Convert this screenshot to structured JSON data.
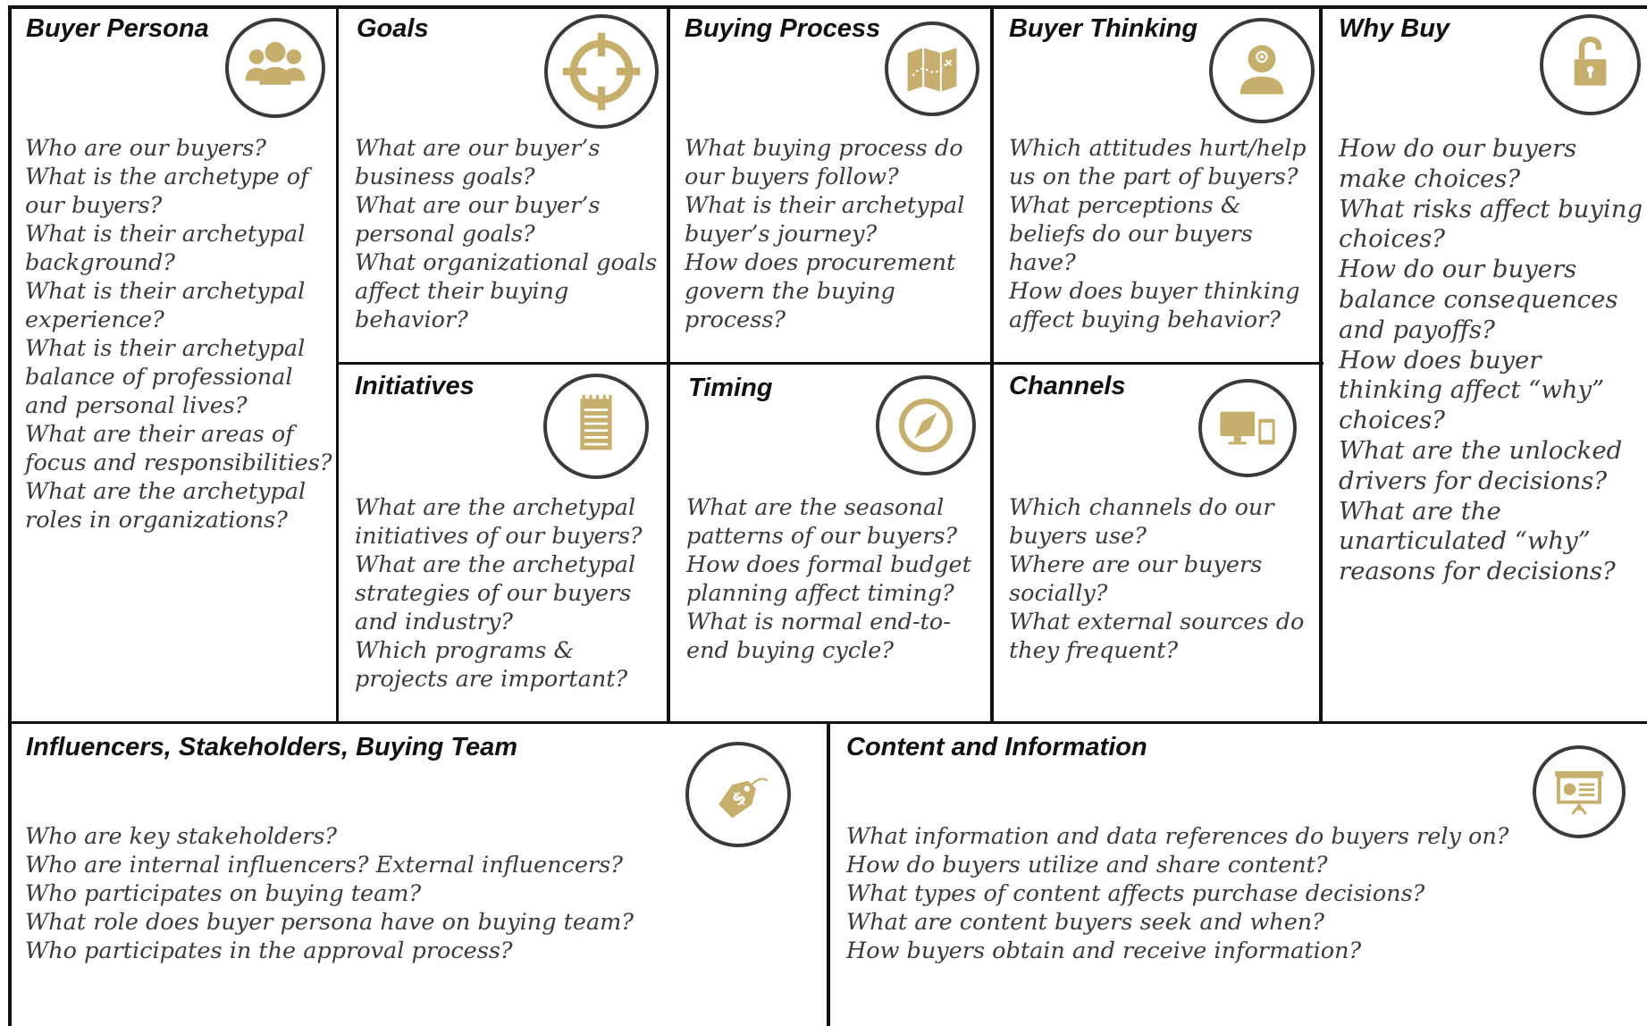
{
  "colors": {
    "icon_gold": "#C6AE6C",
    "icon_ring": "#3a3a3a",
    "grid": "#111111",
    "text": "#3a3a3a"
  },
  "cells": {
    "buyer_persona": {
      "title": "Buyer Persona",
      "icon": "people-icon",
      "questions": [
        "Who are our buyers?",
        "What is the archetype of our buyers?",
        "What is their archetypal background?",
        "What is their archetypal experience?",
        "What is their archetypal balance of professional and personal lives?",
        "What are their areas of focus and responsibilities?",
        "What are the archetypal roles in organizations?"
      ]
    },
    "goals": {
      "title": "Goals",
      "icon": "target-icon",
      "questions": [
        "What are our buyer’s business goals?",
        "What are our buyer’s personal goals?",
        "What organizational goals affect their buying behavior?"
      ]
    },
    "buying_process": {
      "title": "Buying Process",
      "icon": "map-icon",
      "questions": [
        "What buying process do our buyers follow?",
        "What is their archetypal buyer’s journey?",
        "How does procurement govern the buying process?"
      ]
    },
    "buyer_thinking": {
      "title": "Buyer Thinking",
      "icon": "thinker-icon",
      "questions": [
        "Which attitudes hurt/help us on the part of buyers?",
        "What perceptions & beliefs do our buyers have?",
        "How does buyer thinking affect buying behavior?"
      ]
    },
    "why_buy": {
      "title": "Why Buy",
      "icon": "unlocked-padlock-icon",
      "questions": [
        "How do our buyers make choices?",
        "What risks affect buying choices?",
        "How do our buyers balance consequences and payoffs?",
        "How does buyer thinking affect “why” choices?",
        "What are the unlocked drivers for decisions?",
        "What are the unarticulated “why” reasons for decisions?"
      ]
    },
    "initiatives": {
      "title": "Initiatives",
      "icon": "notepad-icon",
      "questions": [
        "What are the archetypal initiatives of our buyers?",
        "What are the archetypal strategies of our buyers and industry?",
        "Which programs & projects are important?"
      ]
    },
    "timing": {
      "title": "Timing",
      "icon": "compass-icon",
      "questions": [
        "What are the seasonal patterns of our buyers?",
        "How does formal budget planning affect timing?",
        "What is normal end-to-end buying cycle?"
      ]
    },
    "channels": {
      "title": "Channels",
      "icon": "devices-icon",
      "questions": [
        "Which channels do our buyers use?",
        "Where are our buyers socially?",
        "What external sources do they frequent?"
      ]
    },
    "influencers": {
      "title": "Influencers, Stakeholders, Buying Team",
      "icon": "price-tag-icon",
      "questions": [
        "Who are key stakeholders?",
        "Who are internal influencers?  External influencers?",
        "Who participates on buying team?",
        "What role does buyer persona have on buying team?",
        "Who participates in the approval process?"
      ]
    },
    "content": {
      "title": "Content and Information",
      "icon": "presentation-board-icon",
      "questions": [
        "What information and data references do buyers rely on?",
        "How do buyers utilize and share content?",
        "What types of content affects purchase decisions?",
        "What are content buyers seek and when?",
        "How buyers obtain and receive information?"
      ]
    }
  }
}
